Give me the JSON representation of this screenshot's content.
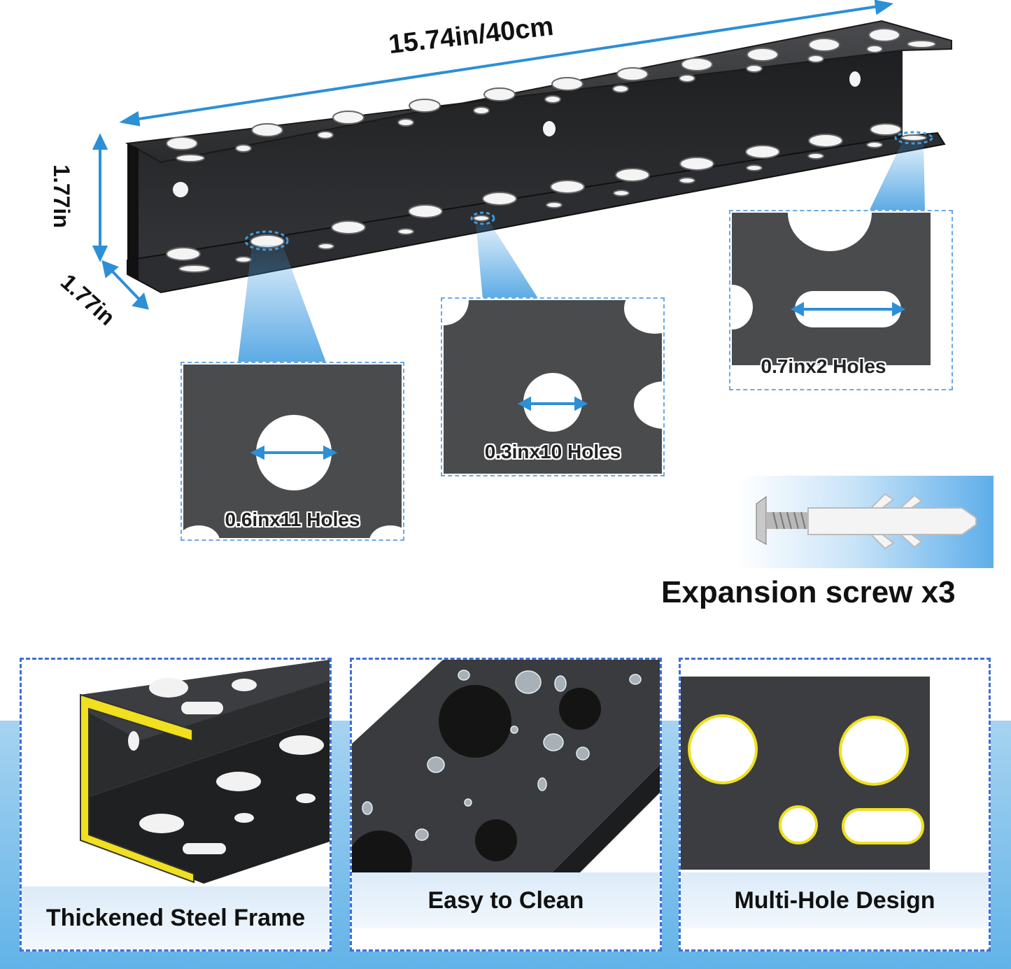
{
  "dimensions": {
    "length": "15.74in/40cm",
    "height": "1.77in",
    "depth": "1.77in"
  },
  "details": {
    "large_holes": "0.6inx11 Holes",
    "small_holes": "0.3inx10 Holes",
    "slot_holes": "0.7inx2 Holes"
  },
  "accessory": {
    "label": "Expansion screw x3"
  },
  "features": [
    {
      "label": "Thickened Steel Frame"
    },
    {
      "label": "Easy to Clean"
    },
    {
      "label": "Multi-Hole Design"
    }
  ],
  "colors": {
    "steel": "#2b2c2e",
    "accent_blue": "#2d8fd6",
    "dashed_border": "#3d6fd6",
    "highlight_yellow": "#f0e020"
  }
}
